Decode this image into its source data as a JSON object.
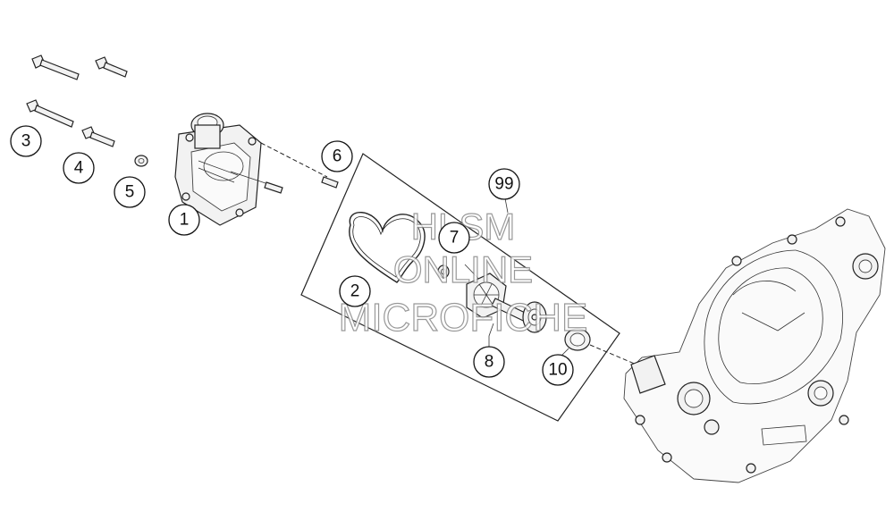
{
  "callouts": [
    {
      "id": "c1",
      "label": "1"
    },
    {
      "id": "c2",
      "label": "2"
    },
    {
      "id": "c3",
      "label": "3"
    },
    {
      "id": "c4",
      "label": "4"
    },
    {
      "id": "c5",
      "label": "5"
    },
    {
      "id": "c6",
      "label": "6"
    },
    {
      "id": "c7",
      "label": "7"
    },
    {
      "id": "c8",
      "label": "8"
    },
    {
      "id": "c10",
      "label": "10"
    },
    {
      "id": "c99",
      "label": "99"
    }
  ],
  "watermark": {
    "line1": "HLSM",
    "line2": "ONLINE",
    "line3": "MICROFICHE"
  },
  "colors": {
    "line": "#222222",
    "background": "#ffffff",
    "watermark_stroke": "#888888"
  }
}
